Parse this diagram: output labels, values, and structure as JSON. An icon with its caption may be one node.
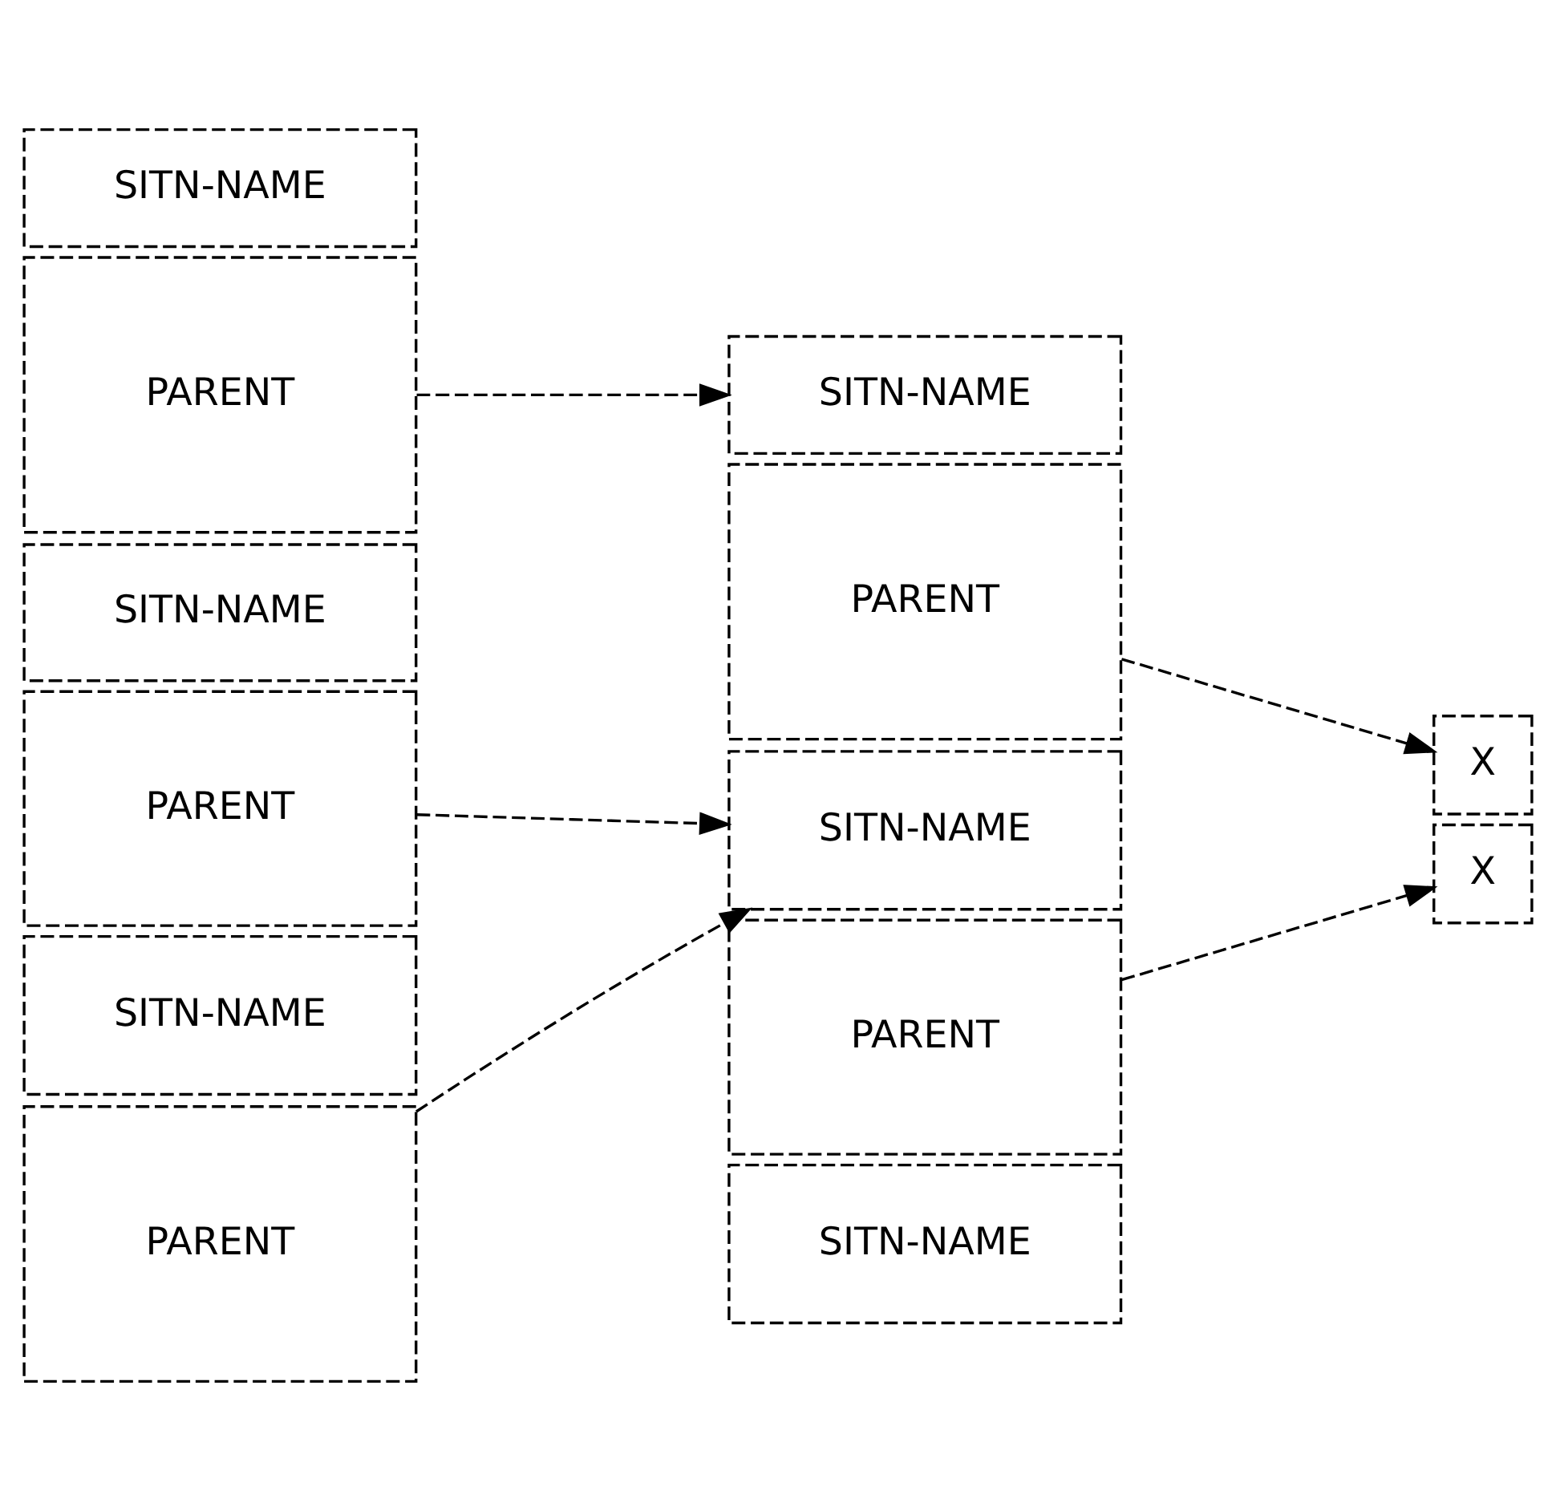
{
  "diagram": {
    "nodes": [
      {
        "text": [
          "SITN-NAME"
        ]
      },
      {
        "text": [
          "PARENT"
        ]
      },
      {
        "text": [
          "SITN-NAME"
        ]
      },
      {
        "text": [
          "PARENT"
        ]
      },
      {
        "text": [
          "X"
        ]
      },
      {
        "text": [
          "SITN-NAME"
        ]
      },
      {
        "text": [
          "PARENT"
        ]
      },
      {
        "text": [
          "SITN-NAME"
        ]
      },
      {
        "text": [
          "PARENT"
        ]
      },
      {
        "text": [
          "SITN-NAME"
        ]
      },
      {
        "text": [
          "PARENT"
        ]
      },
      {
        "text": [
          "SITN-NAME"
        ]
      },
      {
        "text": [
          "X"
        ]
      }
    ],
    "edges": [
      {
        "from": 1,
        "to": 2,
        "arrow": "to",
        "style": "dashed"
      },
      {
        "from": 3,
        "to": 4,
        "arrow": "to",
        "style": "dashed"
      },
      {
        "from": 6,
        "to": 9,
        "arrow": "to",
        "style": "dashed"
      },
      {
        "from": 8,
        "to": 9,
        "arrow": "to",
        "style": "dashed"
      },
      {
        "from": 10,
        "to": 12,
        "arrow": "to",
        "style": "dashed"
      }
    ]
  }
}
